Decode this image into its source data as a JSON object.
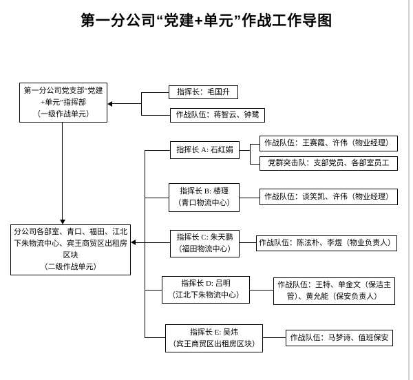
{
  "title": "第一分公司“党建+单元”作战工作导图",
  "colors": {
    "text": "#000000",
    "box_border": "#000000",
    "background": "#ffffff",
    "edge_line": "#cfcfcf"
  },
  "nodes": {
    "hq": {
      "text": "第一分公司党支部“党建+单元”指挥部",
      "subtext": "（一级作战单元）"
    },
    "hq_commander": {
      "text": "指挥长：毛国升"
    },
    "hq_team": {
      "text": "作战队伍：蒋智云、钟鹭"
    },
    "secondary": {
      "text": "分公司各部室、青口、福田、江北下朱物流中心、宾王商贸区出租房区块",
      "subtext": "（二级作战单元）"
    },
    "rows": [
      {
        "id": "A",
        "commander": "指挥长 A: 石红娟",
        "location": "",
        "teams": [
          "作战队伍：王赛霞、许伟（物业经理）",
          "党群突击队：支部党员、各部室员工"
        ]
      },
      {
        "id": "B",
        "commander": "指挥长 B: 楼瑾",
        "location": "（青口物流中心）",
        "teams": [
          "作战队伍：谈笑凯、许伟（物业经理）"
        ]
      },
      {
        "id": "C",
        "commander": "指挥长 C: 朱天鹏",
        "location": "（福田物流中心）",
        "teams": [
          "作战队伍：陈泫朴、李煜（物业负责人）"
        ]
      },
      {
        "id": "D",
        "commander": "指挥长 D: 吕明",
        "location": "（江北下朱物流中心）",
        "teams": [
          "作战队伍：王特、单金文（保洁主管）、黄允能（保安负责人）"
        ]
      },
      {
        "id": "E",
        "commander": "指挥长 E: 吴炜",
        "location": "（宾王商贸区出租房区块）",
        "teams": [
          "作战队伍：马梦诗、值班保安"
        ]
      }
    ]
  }
}
